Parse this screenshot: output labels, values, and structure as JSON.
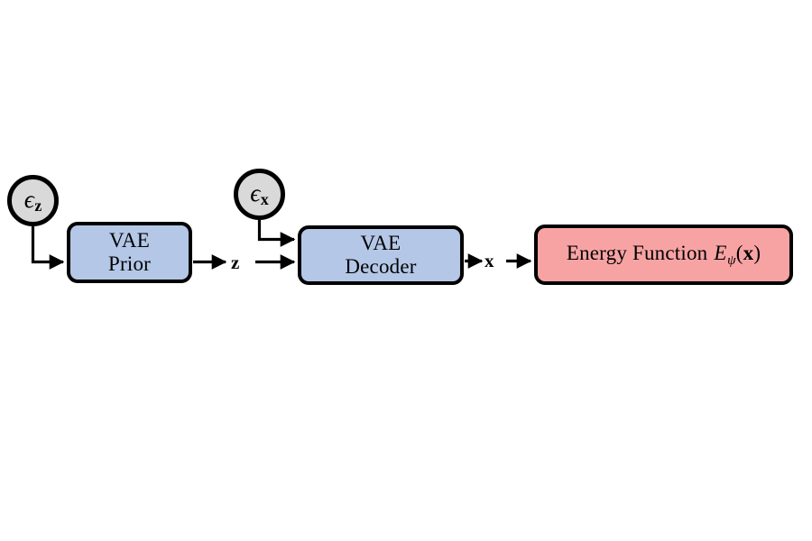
{
  "figure": {
    "kind": "pipeline-diagram",
    "title": "VAE prior and decoder feeding an energy function",
    "background_color": "#ffffff"
  },
  "colors": {
    "box_blue_fill": "#b4c7e7",
    "box_red_fill": "#f8a3a3",
    "circle_fill": "#d9d9d9",
    "stroke": "#000000",
    "text": "#000000"
  },
  "nodes": [
    {
      "id": "eps-z",
      "shape": "circle",
      "fill": "#d9d9d9",
      "symbol": "ϵ",
      "subscript": "z",
      "plain_text": "ϵ_z"
    },
    {
      "id": "eps-x",
      "shape": "circle",
      "fill": "#d9d9d9",
      "symbol": "ϵ",
      "subscript": "x",
      "plain_text": "ϵ_x"
    },
    {
      "id": "vae-prior",
      "shape": "rounded-rect",
      "fill": "#b4c7e7",
      "line1": "VAE",
      "line2": "Prior"
    },
    {
      "id": "vae-decoder",
      "shape": "rounded-rect",
      "fill": "#b4c7e7",
      "line1": "VAE",
      "line2": "Decoder"
    },
    {
      "id": "energy-function",
      "shape": "rounded-rect",
      "fill": "#f8a3a3",
      "text_prefix": "Energy Function",
      "symbol": "E",
      "subscript": "ψ",
      "argument_open": "(",
      "argument": "x",
      "argument_close": ")",
      "plain_text": "Energy Function E_ψ(x)"
    }
  ],
  "edge_labels": [
    {
      "id": "latent-z",
      "text": "z"
    },
    {
      "id": "sample-x",
      "text": "x"
    }
  ],
  "edges": [
    {
      "id": "eps-z-to-prior",
      "from": "eps-z",
      "to": "vae-prior",
      "style": "elbow-down-right",
      "arrowhead": true
    },
    {
      "id": "prior-to-z",
      "from": "vae-prior",
      "to": "latent-z",
      "style": "straight",
      "arrowhead": true
    },
    {
      "id": "z-to-decoder",
      "from": "latent-z",
      "to": "vae-decoder",
      "style": "straight",
      "arrowhead": true
    },
    {
      "id": "eps-x-to-decoder",
      "from": "eps-x",
      "to": "vae-decoder",
      "style": "elbow-down-right",
      "arrowhead": true
    },
    {
      "id": "decoder-to-x",
      "from": "vae-decoder",
      "to": "sample-x",
      "style": "straight",
      "arrowhead": true
    },
    {
      "id": "x-to-energy",
      "from": "sample-x",
      "to": "energy-function",
      "style": "straight",
      "arrowhead": true
    }
  ]
}
